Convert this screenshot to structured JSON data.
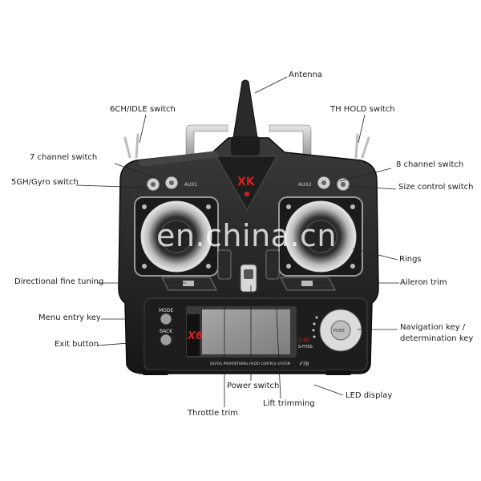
{
  "device": {
    "brand_mark": "XK",
    "model_mark": "X6",
    "aux1": "AUX1",
    "aux2": "AUX2",
    "mode_key": "MODE",
    "back_key": "BACK",
    "push_key": "PUSH",
    "band": "2.4G",
    "tech": "S-FHSS",
    "footer_text": "DIGITAL PROPORTIONAL RADIO CONTROL SYSTEM",
    "bottom_logo": "FTB"
  },
  "watermark": "en.china.cn",
  "labels": {
    "antenna": "Antenna",
    "ch6_idle": "6CH/IDLE switch",
    "th_hold": "TH HOLD switch",
    "ch7": "7 channel switch",
    "ch8": "8 channel switch",
    "gh5_gyro": "5GH/Gyro switch",
    "size_control": "Size control switch",
    "rings": "Rings",
    "directional_fine_tuning": "Directional fine tuning",
    "aileron_trim": "Aileron trim",
    "menu_entry": "Menu entry key",
    "exit_button": "Exit button",
    "navigation_key_1": "Navigation key /",
    "navigation_key_2": "determination key",
    "power_switch": "Power switch",
    "led_display": "LED display",
    "lift_trimming": "Lift trimming",
    "throttle_trim": "Throttle trim"
  },
  "colors": {
    "body": "#2b2b2b",
    "body_dark": "#141414",
    "chrome": "#c8c8c8",
    "accent_red": "#d42020",
    "display": "#8f8f8f"
  }
}
